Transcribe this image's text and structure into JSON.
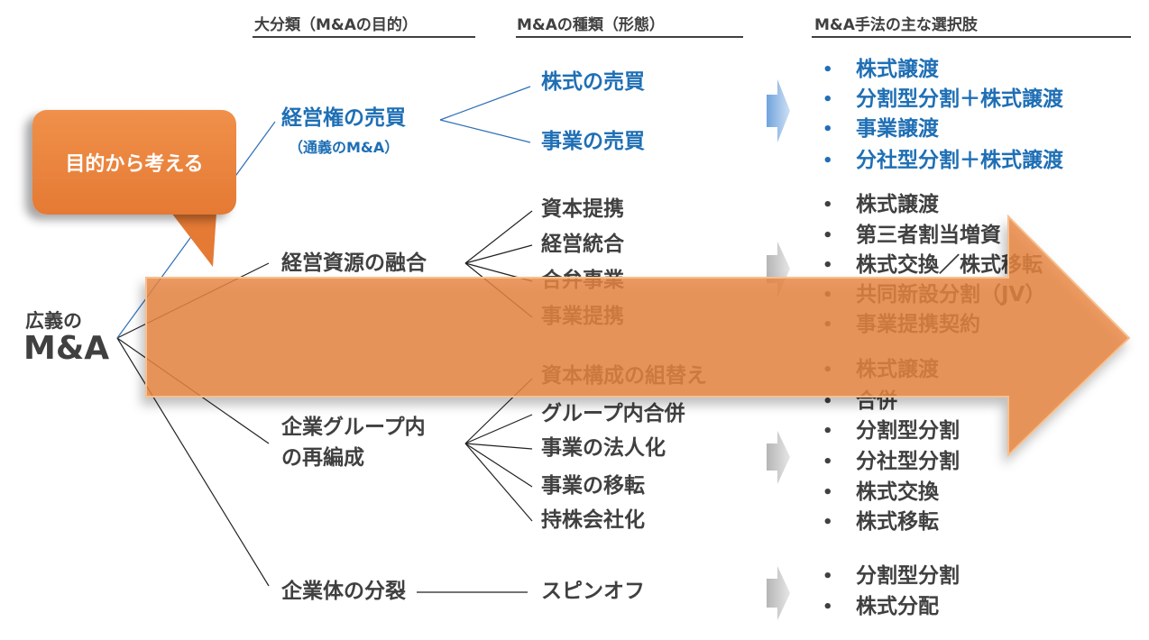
{
  "headers": {
    "category": "大分類（M&Aの目的）",
    "type": "M&Aの種類（形態）",
    "methods": "M&A手法の主な選択肢"
  },
  "root": {
    "line1": "広義の",
    "line2": "M&A"
  },
  "callout": "目的から考える",
  "groups": [
    {
      "category": "経営権の売買",
      "subtitle": "（通義のM&A）",
      "types": [
        "株式の売買",
        "事業の売買"
      ],
      "methods": [
        "株式譲渡",
        "分割型分割＋株式譲渡",
        "事業譲渡",
        "分社型分割＋株式譲渡"
      ]
    },
    {
      "category": "経営資源の融合",
      "types": [
        "資本提携",
        "経営統合",
        "合弁事業",
        "事業提携"
      ],
      "methods": [
        "株式譲渡",
        "第三者割当増資",
        "株式交換／株式移転",
        "共同新設分割（JV）",
        "事業提携契約"
      ]
    },
    {
      "category_line1": "企業グループ内",
      "category_line2": "の再編成",
      "types": [
        "資本構成の組替え",
        "グループ内合併",
        "事業の法人化",
        "事業の移転",
        "持株会社化"
      ],
      "methods": [
        "株式譲渡",
        "合併",
        "分割型分割",
        "分社型分割",
        "株式交換",
        "株式移転"
      ]
    },
    {
      "category": "企業体の分裂",
      "types": [
        "スピンオフ"
      ],
      "methods": [
        "分割型分割",
        "株式分配"
      ]
    }
  ],
  "bullet": "•",
  "colors": {
    "accent_blue": "#1f6fb5",
    "text": "#404040",
    "orange": "#e8853f"
  }
}
